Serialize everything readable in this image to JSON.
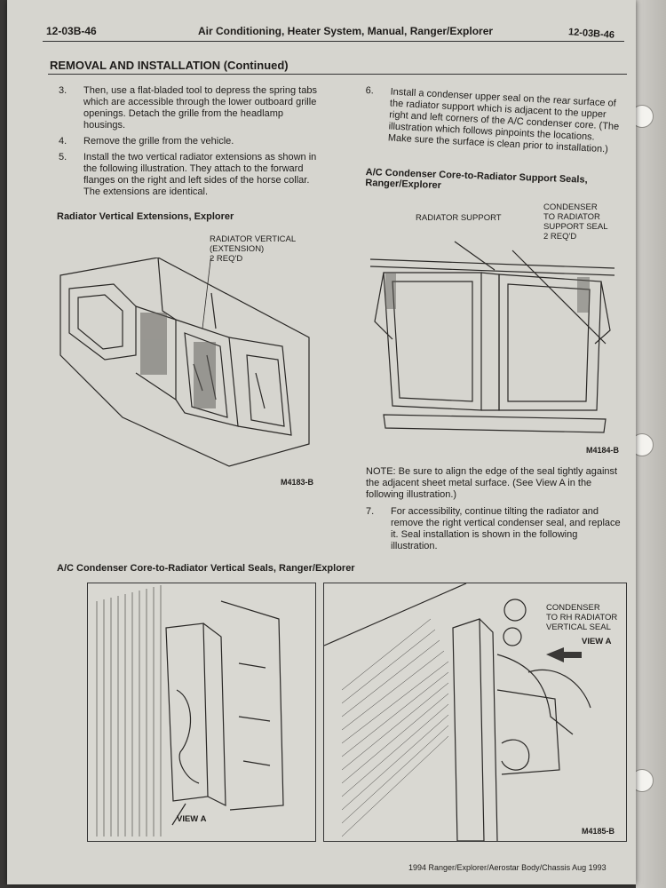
{
  "header": {
    "page_ref_left": "12-03B-46",
    "title": "Air Conditioning, Heater System, Manual, Ranger/Explorer",
    "page_ref_right": "12-03B-46"
  },
  "section_title": "REMOVAL AND INSTALLATION (Continued)",
  "steps_left": [
    {
      "num": "3.",
      "text": "Then, use a flat-bladed tool to depress the spring tabs which are accessible through the lower outboard grille openings. Detach the grille from the headlamp housings."
    },
    {
      "num": "4.",
      "text": "Remove the grille from the vehicle."
    },
    {
      "num": "5.",
      "text": "Install the two vertical radiator extensions as shown in the following illustration. They attach to the forward flanges on the right and left sides of the horse collar. The extensions are identical."
    }
  ],
  "steps_right": [
    {
      "num": "6.",
      "text": "Install a condenser upper seal on the rear surface of the radiator support which is adjacent to the upper right and left corners of the A/C condenser core. (The illustration which follows pinpoints the locations. Make sure the surface is clean prior to installation.)"
    }
  ],
  "figure1": {
    "title": "Radiator Vertical Extensions, Explorer",
    "callout_line1": "RADIATOR VERTICAL",
    "callout_line2": "(EXTENSION)",
    "callout_line3": "2 REQ'D",
    "id": "M4183-B"
  },
  "figure2": {
    "title_line1": "A/C Condenser Core-to-Radiator Support Seals,",
    "title_line2": "Ranger/Explorer",
    "callout_support": "RADIATOR SUPPORT",
    "callout_seal_line1": "CONDENSER",
    "callout_seal_line2": "TO RADIATOR",
    "callout_seal_line3": "SUPPORT SEAL",
    "callout_seal_line4": "2 REQ'D",
    "id": "M4184-B"
  },
  "note": "NOTE: Be sure to align the edge of the seal tightly against the adjacent sheet metal surface. (See View A in the following illustration.)",
  "step7": {
    "num": "7.",
    "text": "For accessibility, continue tilting the radiator and remove the right vertical condenser seal, and replace it. Seal installation is shown in the following illustration."
  },
  "figure3": {
    "title": "A/C Condenser Core-to-Radiator Vertical Seals, Ranger/Explorer",
    "view_label_left": "VIEW A",
    "callout_line1": "CONDENSER",
    "callout_line2": "TO RH RADIATOR",
    "callout_line3": "VERTICAL SEAL",
    "view_label_right": "VIEW A",
    "id": "M4185-B"
  },
  "footer": "1994 Ranger/Explorer/Aerostar Body/Chassis Aug 1993"
}
